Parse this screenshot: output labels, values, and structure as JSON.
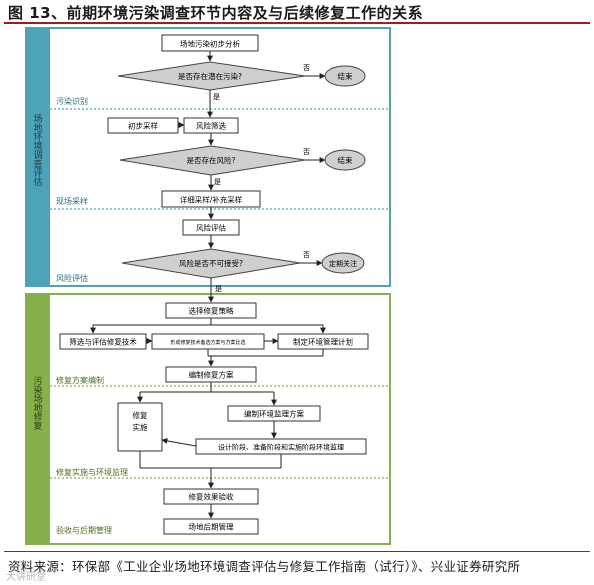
{
  "title": "图 13、前期环境污染调查环节内容及与后续修复工作的关系",
  "source": "资料来源：环保部《工业企业场地环境调查评估与修复工作指南（试行）》、兴业证券研究所",
  "watermark": "大讲研堂",
  "phase1": {
    "label": "场地环境调查评估",
    "stages": [
      "污染识别",
      "现场采样",
      "风险评估"
    ]
  },
  "phase2": {
    "label": "污染场地修复",
    "stages": [
      "修复方案编制",
      "修复实施与环境监理",
      "验收与后期管理"
    ]
  },
  "nodes": {
    "prelim": "场地污染初步分析",
    "q_pollution": "是否存在潜在污染?",
    "end1": "结束",
    "initial_sampling": "初步采样",
    "risk_screen": "风险筛选",
    "q_risk": "是否存在风险?",
    "end2": "结束",
    "detailed_sampling": "详细采样/补充采样",
    "risk_assess": "风险评估",
    "q_acceptable": "风险是否不可接受?",
    "monitor": "定期关注",
    "choose_strategy": "选择修复策略",
    "screen_tech": "筛选与评估修复技术",
    "compare": "形成修复技术备选方案与方案比选",
    "env_plan": "制定环境管理计划",
    "compile_plan": "编制修复方案",
    "implement": "修复实施",
    "env_supervision_plan": "编制环境监理方案",
    "design_supervision": "设计阶段、准备阶段和实施阶段环境监理",
    "acceptance": "修复效果验收",
    "post_mgmt": "场地后期管理"
  },
  "branch_labels": {
    "yes": "是",
    "no": "否"
  },
  "colors": {
    "phase1_border": "#4fa3b8",
    "phase1_band": "#4fa3b8",
    "phase2_border": "#86b04b",
    "phase2_band": "#86b04b",
    "diamond": "#cfcfcf",
    "accent": "#9a1f1f"
  }
}
